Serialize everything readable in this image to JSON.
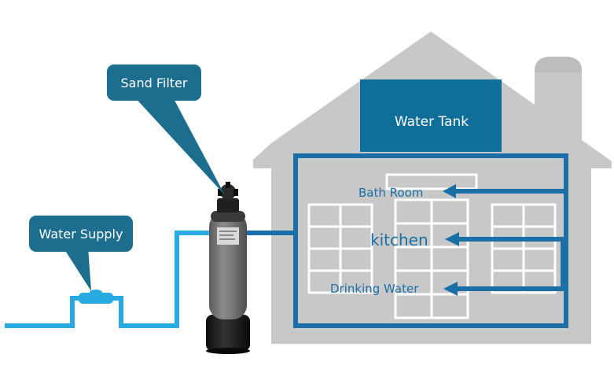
{
  "labels": {
    "sand_filter": "Sand Filter",
    "water_supply": "Water Supply",
    "water_tank": "Water Tank",
    "bath_room": "Bath Room",
    "kitchen": "kitchen",
    "drinking_water": "Drinking Water"
  },
  "colors": {
    "house_gray": "#c8c8c8",
    "tank_blue": "#0f6f9a",
    "pipe_blue": "#1b6fa6",
    "supply_blue": "#29a9e1",
    "callout_blue": "#1d6d8f",
    "window_white": "#ffffff",
    "filter_body": "#6f6f6f",
    "filter_base": "#1a1a1a"
  },
  "icons": [
    "house-shape",
    "sand-filter-tank-icon",
    "water-meter-icon",
    "arrow-left-icon"
  ]
}
